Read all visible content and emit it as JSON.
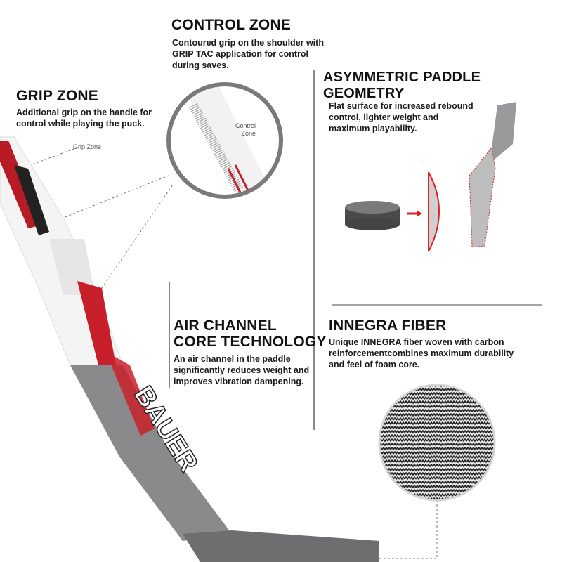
{
  "control_zone": {
    "title": "CONTROL ZONE",
    "text": "Contoured grip on the shoulder with GRIP TAC application for control during saves.",
    "callout_label_line1": "Control",
    "callout_label_line2": "Zone"
  },
  "grip_zone": {
    "title": "GRIP ZONE",
    "text": "Additional grip on the handle for control while playing the puck.",
    "callout_label": "Grip Zone"
  },
  "asymmetric": {
    "title": "ASYMMETRIC PADDLE GEOMETRY",
    "text": "Flat surface for increased rebound control, lighter weight and maximum playability."
  },
  "air_channel": {
    "title_line1": "AIR CHANNEL",
    "title_line2": "CORE TECHNOLOGY",
    "text": "An air channel in the paddle significantly reduces weight and improves vibration dampening."
  },
  "innegra": {
    "title": "INNEGRA FIBER",
    "text": "Unique INNEGRA fiber woven with carbon reinforcementcombines maximum durability and feel of foam core."
  },
  "brand": {
    "logo_text": "BAUER"
  },
  "colors": {
    "accent_red": "#c8202a",
    "stick_grey": "#8a8a8c",
    "divider": "#888888"
  }
}
